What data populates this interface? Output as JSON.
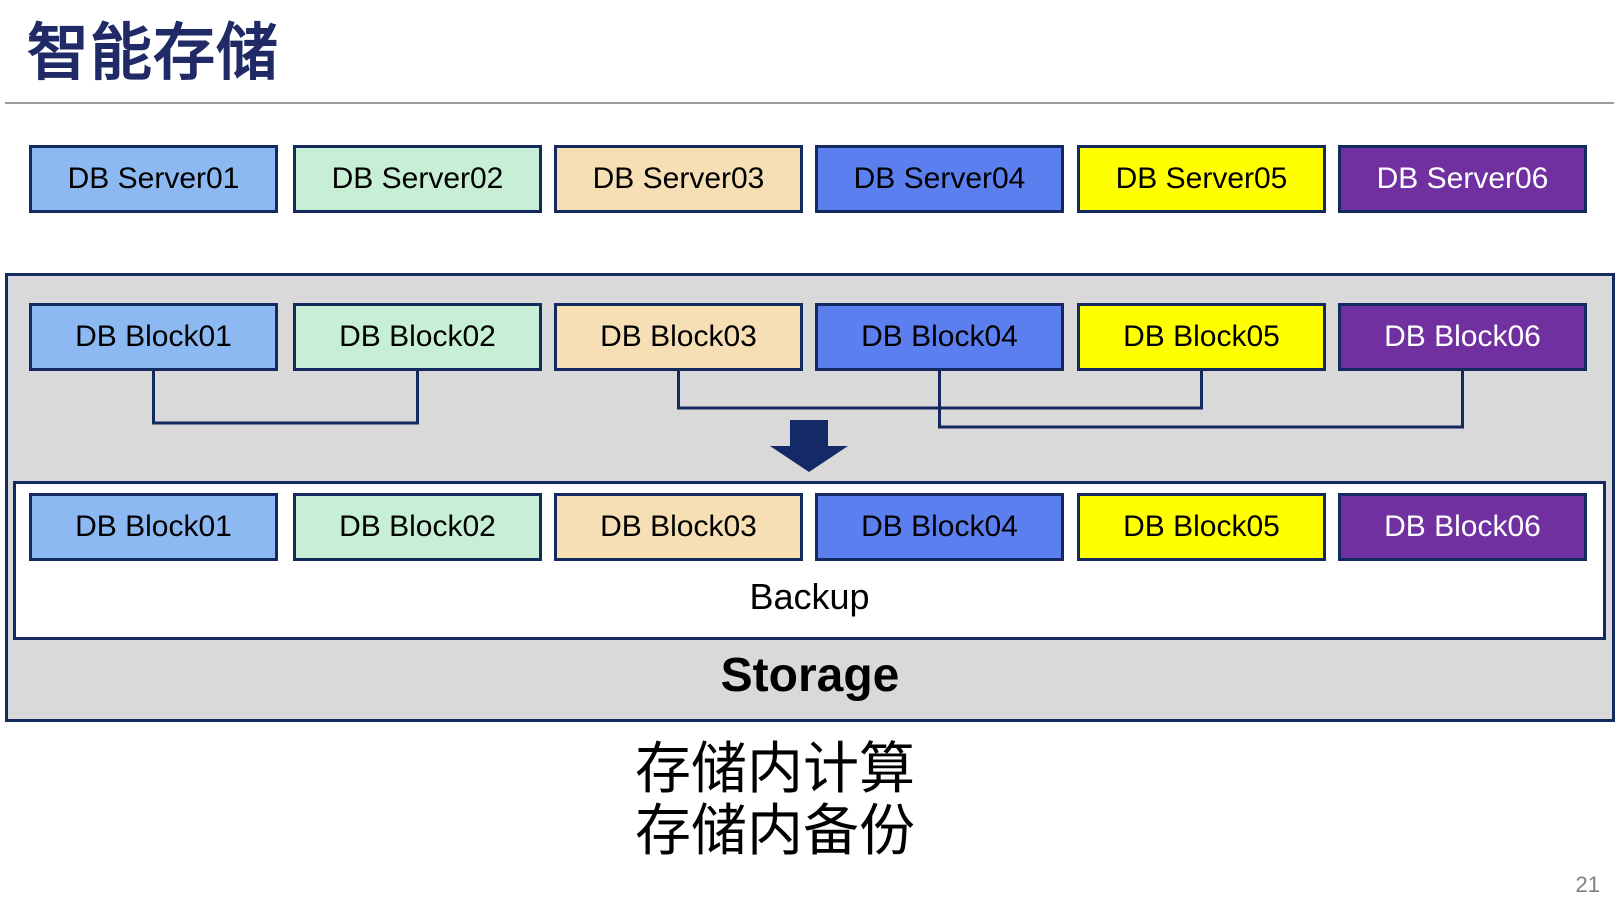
{
  "slide": {
    "title": "智能存储",
    "page_number": "21",
    "caption_line1": "存储内计算",
    "caption_line2": "存储内备份"
  },
  "servers": [
    "DB Server01",
    "DB Server02",
    "DB Server03",
    "DB Server04",
    "DB Server05",
    "DB Server06"
  ],
  "storage": {
    "label": "Storage",
    "backup_label": "Backup",
    "blocks_top": [
      "DB Block01",
      "DB Block02",
      "DB Block03",
      "DB Block04",
      "DB Block05",
      "DB Block06"
    ],
    "blocks_backup": [
      "DB Block01",
      "DB Block02",
      "DB Block03",
      "DB Block04",
      "DB Block05",
      "DB Block06"
    ],
    "mirror_pairs": [
      [
        "DB Block01",
        "DB Block02"
      ],
      [
        "DB Block03",
        "DB Block05"
      ],
      [
        "DB Block04",
        "DB Block06"
      ]
    ]
  },
  "palette": {
    "title_color": "#1F2A66",
    "border_navy": "#14295E",
    "container_gray": "#D9D9D9",
    "arrow_color": "#142A66",
    "box_fills": [
      "#8DB9F2",
      "#C6EFD6",
      "#F7DFB5",
      "#5B7FEE",
      "#FFFF00",
      "#7030A0"
    ],
    "box_text_colors": [
      "#000000",
      "#000000",
      "#000000",
      "#000000",
      "#000000",
      "#FFFFFF"
    ]
  }
}
